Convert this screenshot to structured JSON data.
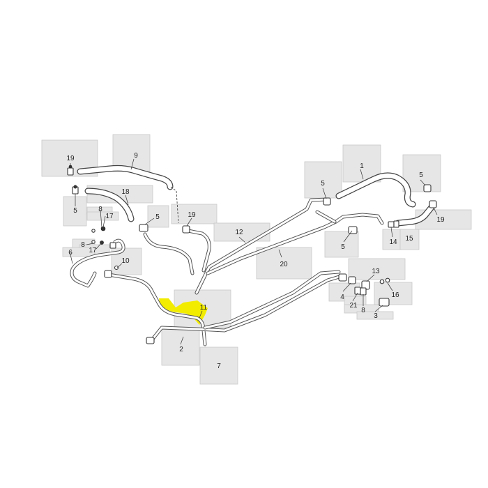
{
  "colors": {
    "background": "#ffffff",
    "callout_box": "#e6e6e6",
    "highlight": "#f2ec00",
    "line": "#444444"
  },
  "callouts": {
    "c9": "9",
    "c19_top_left": "19",
    "c18": "18",
    "c5_left": "5",
    "c8_upper": "8",
    "c17_upper": "17",
    "c5_mid": "5",
    "c19_mid": "19",
    "c8_lower": "8",
    "c17_lower": "17",
    "c6": "6",
    "c10": "10",
    "c12": "12",
    "c20": "20",
    "c11": "11",
    "c2": "2",
    "c7": "7",
    "c1": "1",
    "c5_top_right": "5",
    "c5_far_right": "5",
    "c5_lower_right": "5",
    "c19_right": "19",
    "c14": "14",
    "c15": "15",
    "c13": "13",
    "c4": "4",
    "c21": "21",
    "c8_right": "8",
    "c16": "16",
    "c3": "3"
  },
  "highlighted_part": "11"
}
